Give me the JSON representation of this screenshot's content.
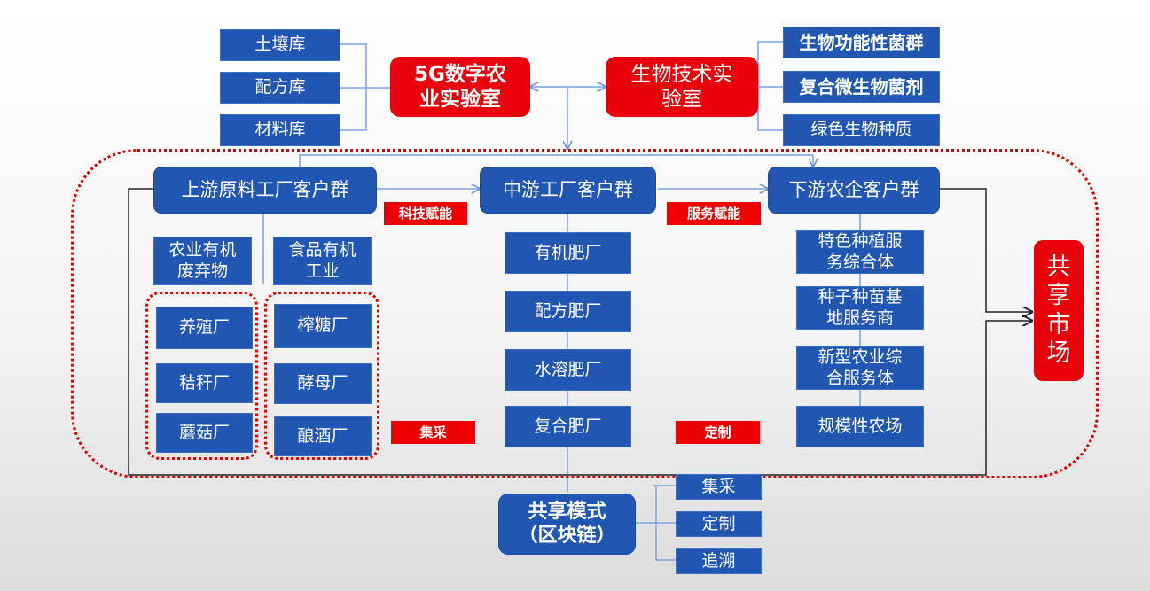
{
  "libraries": [
    "土壤库",
    "配方库",
    "材料库"
  ],
  "labs": {
    "digital": "5G数字农\n业实验室",
    "bio": "生物技术实\n验室"
  },
  "bio_outputs": [
    "生物功能性菌群",
    "复合微生物菌剂",
    "绿色生物种质"
  ],
  "groups": {
    "upstream": "上游原料工厂客户群",
    "midstream": "中游工厂客户群",
    "downstream": "下游农企客户群"
  },
  "tags": {
    "tech": "科技赋能",
    "service": "服务赋能",
    "collect": "集采",
    "custom": "定制"
  },
  "upstream": {
    "cat_left": "农业有机\n废弃物",
    "cat_right": "食品有机\n工业",
    "left_items": [
      "养殖厂",
      "秸秆厂",
      "蘑菇厂"
    ],
    "right_items": [
      "榨糖厂",
      "酵母厂",
      "酿酒厂"
    ]
  },
  "midstream_items": [
    "有机肥厂",
    "配方肥厂",
    "水溶肥厂",
    "复合肥厂"
  ],
  "downstream_items": [
    "特色种植服\n务综合体",
    "种子种苗基\n地服务商",
    "新型农业综\n合服务体",
    "规模性农场"
  ],
  "market": "共\n享\n市\n场",
  "shared_mode": "共享模式\n（区块链）",
  "mode_items": [
    "集采",
    "定制",
    "追溯"
  ],
  "colors": {
    "blue": "#2156b3",
    "red": "#e8000b",
    "line": "#7aa1e3"
  }
}
